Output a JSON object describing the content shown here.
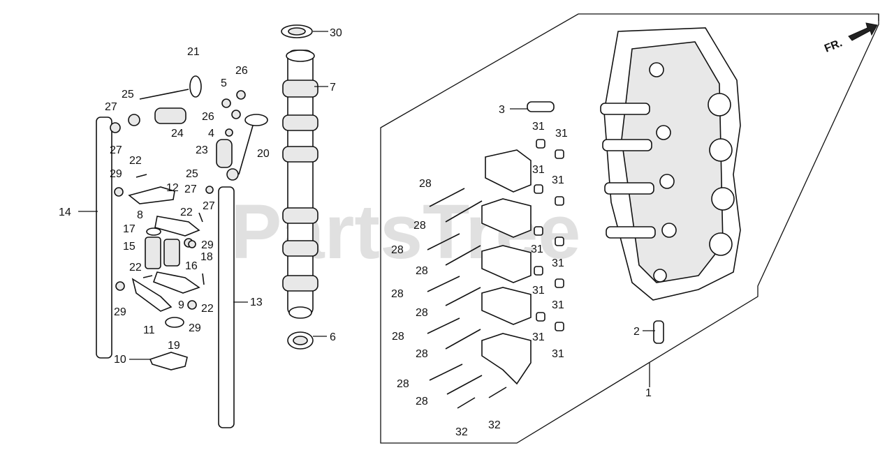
{
  "diagram": {
    "watermark": "PartsTree",
    "direction_label": "FR.",
    "callouts": {
      "c1": "1",
      "c2": "2",
      "c3": "3",
      "c4": "4",
      "c5": "5",
      "c6": "6",
      "c7": "7",
      "c8": "8",
      "c9": "9",
      "c10": "10",
      "c11": "11",
      "c12": "12",
      "c13": "13",
      "c14": "14",
      "c15": "15",
      "c16": "16",
      "c17": "17",
      "c18": "18",
      "c19": "19",
      "c20": "20",
      "c21": "21",
      "c22a": "22",
      "c22b": "22",
      "c22c": "22",
      "c22d": "22",
      "c23": "23",
      "c24": "24",
      "c25a": "25",
      "c25b": "25",
      "c26a": "26",
      "c26b": "26",
      "c27a": "27",
      "c27b": "27",
      "c27c": "27",
      "c27d": "27",
      "c28a": "28",
      "c28b": "28",
      "c28c": "28",
      "c28d": "28",
      "c28e": "28",
      "c28f": "28",
      "c28g": "28",
      "c28h": "28",
      "c28i": "28",
      "c28j": "28",
      "c29a": "29",
      "c29b": "29",
      "c29c": "29",
      "c29d": "29",
      "c30": "30",
      "c31a": "31",
      "c31b": "31",
      "c31c": "31",
      "c31d": "31",
      "c31e": "31",
      "c31f": "31",
      "c31g": "31",
      "c31h": "31",
      "c31i": "31",
      "c31j": "31",
      "c32a": "32",
      "c32b": "32"
    }
  }
}
